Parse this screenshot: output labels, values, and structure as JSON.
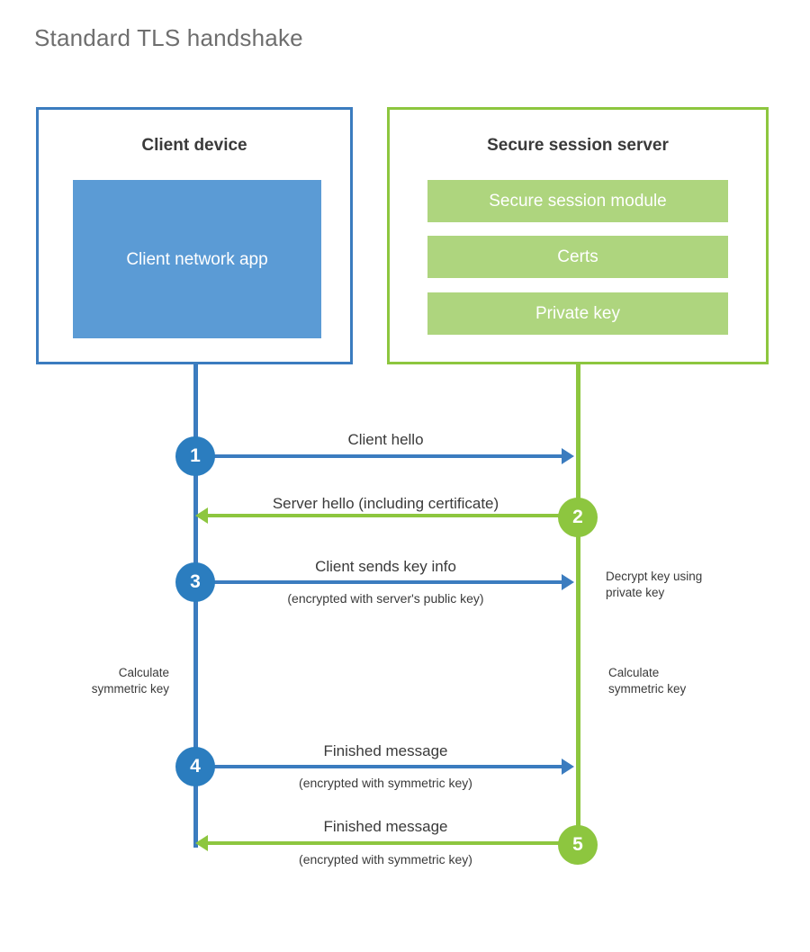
{
  "title": "Standard TLS handshake",
  "colors": {
    "client_border": "#3b7cbf",
    "client_block": "#5b9bd5",
    "server_border": "#8dc63f",
    "server_block": "#aed57e",
    "step_blue": "#2b7dbf",
    "step_green": "#8dc63f",
    "title_text": "#6e6e6e",
    "body_text": "#3a3a3a"
  },
  "parties": {
    "client": {
      "title": "Client device",
      "block_label": "Client network app"
    },
    "server": {
      "title": "Secure session server",
      "blocks": [
        {
          "label": "Secure session module"
        },
        {
          "label": "Certs"
        },
        {
          "label": "Private key"
        }
      ]
    }
  },
  "steps": [
    {
      "number": "1",
      "label": "Client hello",
      "sublabel": "",
      "direction": "client-to-server",
      "color": "blue"
    },
    {
      "number": "2",
      "label": "Server hello (including certificate)",
      "sublabel": "",
      "direction": "server-to-client",
      "color": "green"
    },
    {
      "number": "3",
      "label": "Client sends key info",
      "sublabel": "(encrypted with server's public key)",
      "direction": "client-to-server",
      "color": "blue"
    },
    {
      "number": "4",
      "label": "Finished message",
      "sublabel": "(encrypted with symmetric key)",
      "direction": "client-to-server",
      "color": "blue"
    },
    {
      "number": "5",
      "label": "Finished message",
      "sublabel": "(encrypted with symmetric key)",
      "direction": "server-to-client",
      "color": "green"
    }
  ],
  "annotations": {
    "decrypt_key": "Decrypt key using\nprivate key",
    "client_calculate": "Calculate\nsymmetric key",
    "server_calculate": "Calculate\nsymmetric key"
  }
}
